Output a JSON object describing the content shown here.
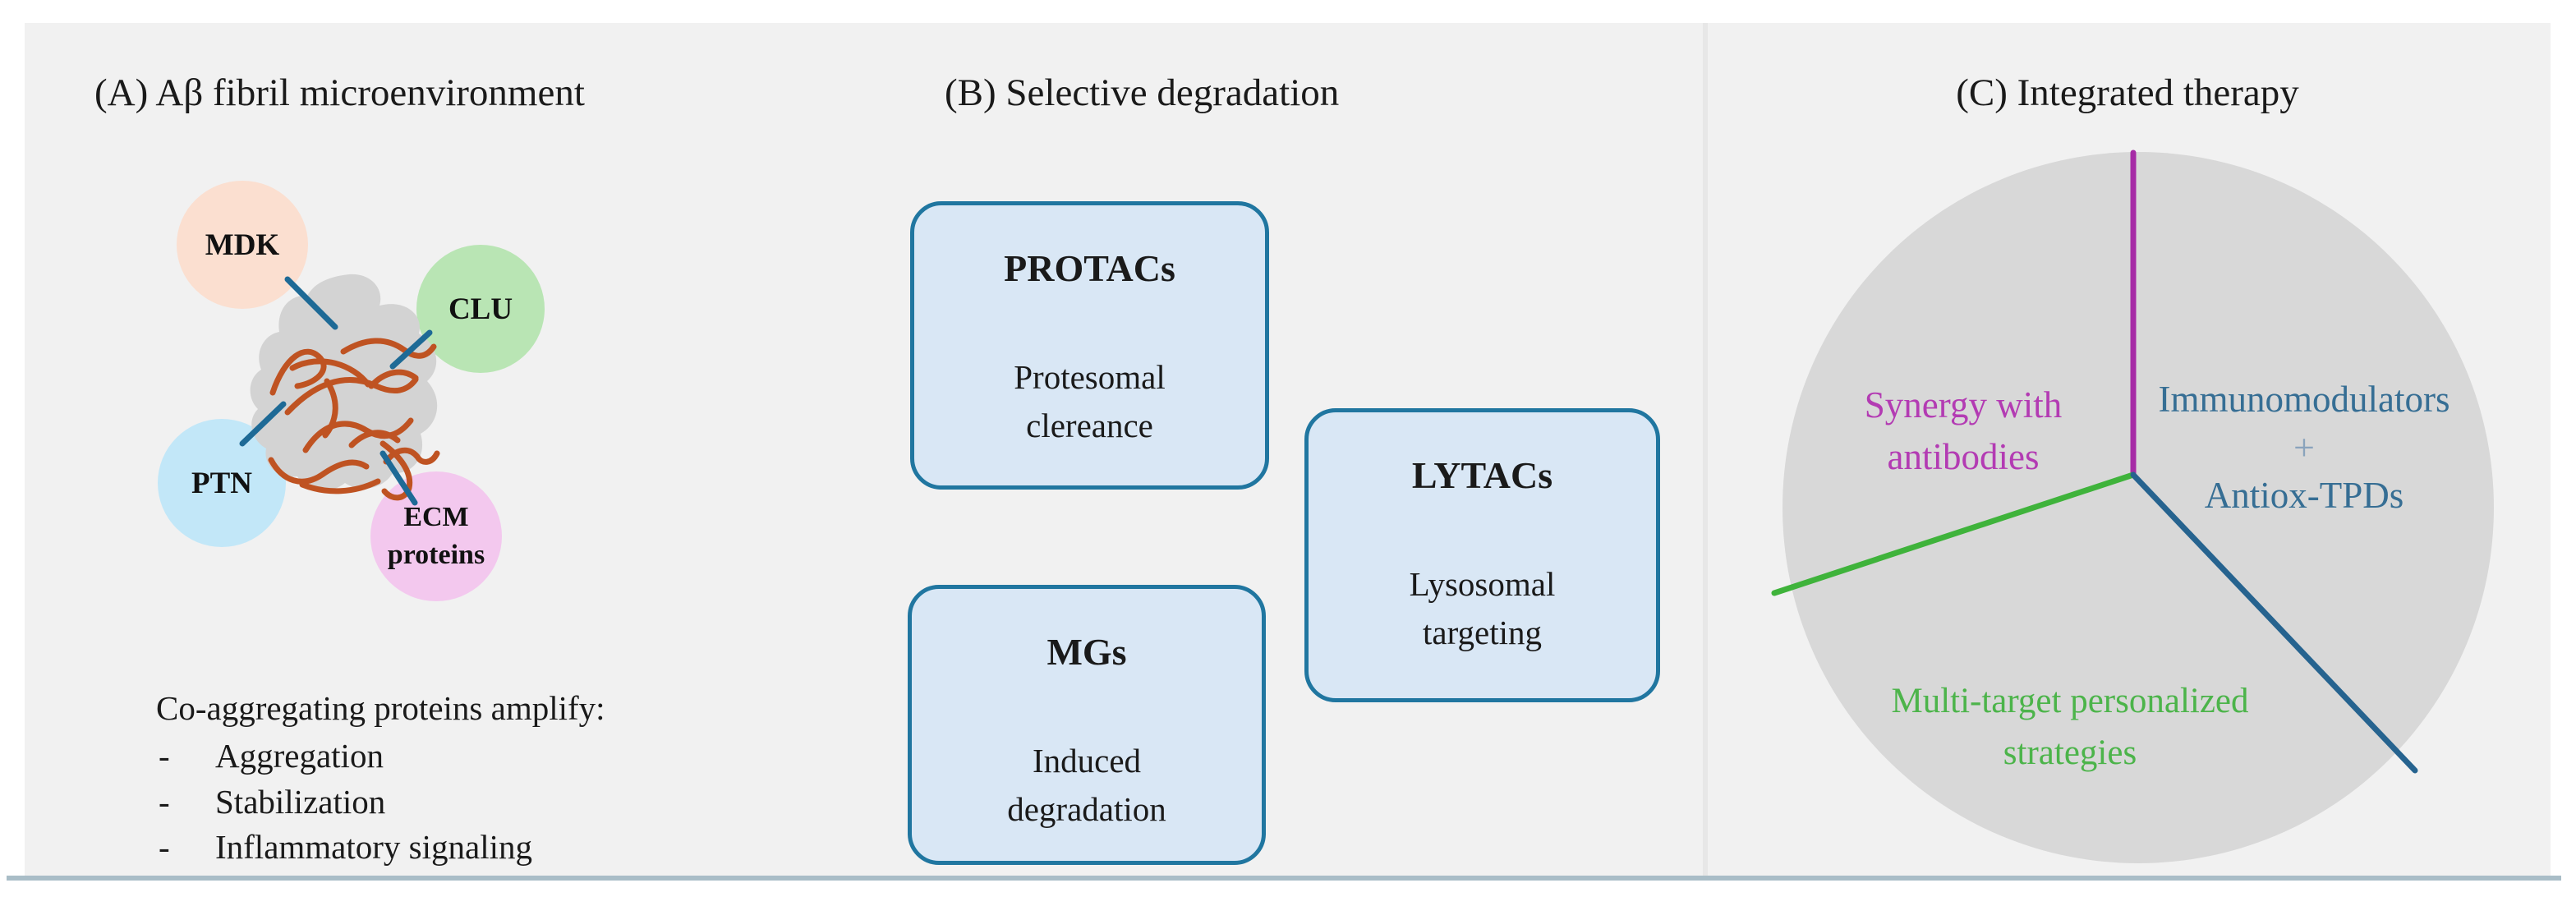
{
  "figure": {
    "panel_a": {
      "title": "(A) Aβ fibril microenvironment",
      "node_mdk": "MDK",
      "node_clu": "CLU",
      "node_ptn": "PTN",
      "node_ecm_line1": "ECM",
      "node_ecm_line2": "proteins",
      "caption": "Co-aggregating proteins amplify:",
      "bullet_marker": "-",
      "bullets": [
        "Aggregation",
        "Stabilization",
        "Inflammatory signaling"
      ]
    },
    "panel_b": {
      "title": "(B) Selective degradation",
      "cards": [
        {
          "name": "PROTACs",
          "line1": "Protesomal",
          "line2": "clereance"
        },
        {
          "name": "LYTACs",
          "line1": "Lysosomal",
          "line2": "targeting"
        },
        {
          "name": "MGs",
          "line1": "Induced",
          "line2": "degradation"
        }
      ]
    },
    "panel_c": {
      "title": "(C) Integrated therapy",
      "labels": {
        "synergy": {
          "line1": "Synergy with",
          "line2": "antibodies"
        },
        "immuno": {
          "line1": "Immunomodulators",
          "plus": "+",
          "line2": "Antiox-TPDs"
        },
        "multi": {
          "line1": "Multi-target personalized",
          "line2": "strategies"
        }
      }
    },
    "colors": {
      "background": "#f1f1f1",
      "mdk_fill": "#fbdfd0",
      "clu_fill": "#b9e5b4",
      "ptn_fill": "#c2e7f8",
      "ecm_fill": "#f3c8ee",
      "blob_fill": "#d3d3d3",
      "fibril": "#bf5322",
      "connector": "#1e6a96",
      "card_fill": "#d9e7f5",
      "card_border": "#2076a0",
      "pie_fill": "#d8d8d8",
      "line_magenta": "#a62ba6",
      "line_green": "#3fb33b",
      "line_blue": "#26638f",
      "label_magenta": "#b33bb3",
      "label_blue": "#366e94",
      "label_plus": "#8aa3bc",
      "label_green": "#4cb44a",
      "bottom_rule": "#a9bdc7"
    }
  }
}
